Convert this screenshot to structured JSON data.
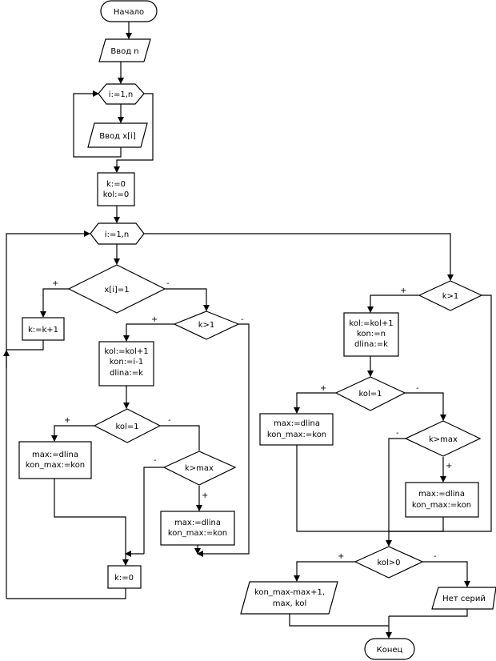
{
  "flowchart": {
    "start": "Начало",
    "input_n": "Ввод n",
    "loop1": "i:=1,n",
    "input_x": "Ввод x[i]",
    "init": [
      "k:=0",
      "kol:=0"
    ],
    "loop2": "i:=1,n",
    "cond_x": "x[i]=1",
    "inc_k": "k:=k+1",
    "cond_k_left": "k>1",
    "block_kol": [
      "kol:=kol+1",
      "kon:=i-1",
      "dlina:=k"
    ],
    "cond_kol_left": "kol=1",
    "set_max_left": [
      "max:=dlina",
      "kon_max:=kon"
    ],
    "cond_kmax_left": "k>max",
    "set_max_left2": [
      "max:=dlina",
      "kon_max:=kon"
    ],
    "reset_k": "k:=0",
    "cond_k_right": "k>1",
    "block_kol_right": [
      "kol:=kol+1",
      "kon:=n",
      "dlina:=k"
    ],
    "cond_kol_right": "kol=1",
    "set_max_right": [
      "max:=dlina",
      "kon_max:=kon"
    ],
    "cond_kmax_right": "k>max",
    "set_max_right2": [
      "max:=dlina",
      "kon_max:=kon"
    ],
    "cond_kol_gt0": "kol>0",
    "output": [
      "kon_max-max+1,",
      "max, kol"
    ],
    "no_series": "Нет серий",
    "end": "Конец",
    "yes": "+",
    "no": "-"
  }
}
